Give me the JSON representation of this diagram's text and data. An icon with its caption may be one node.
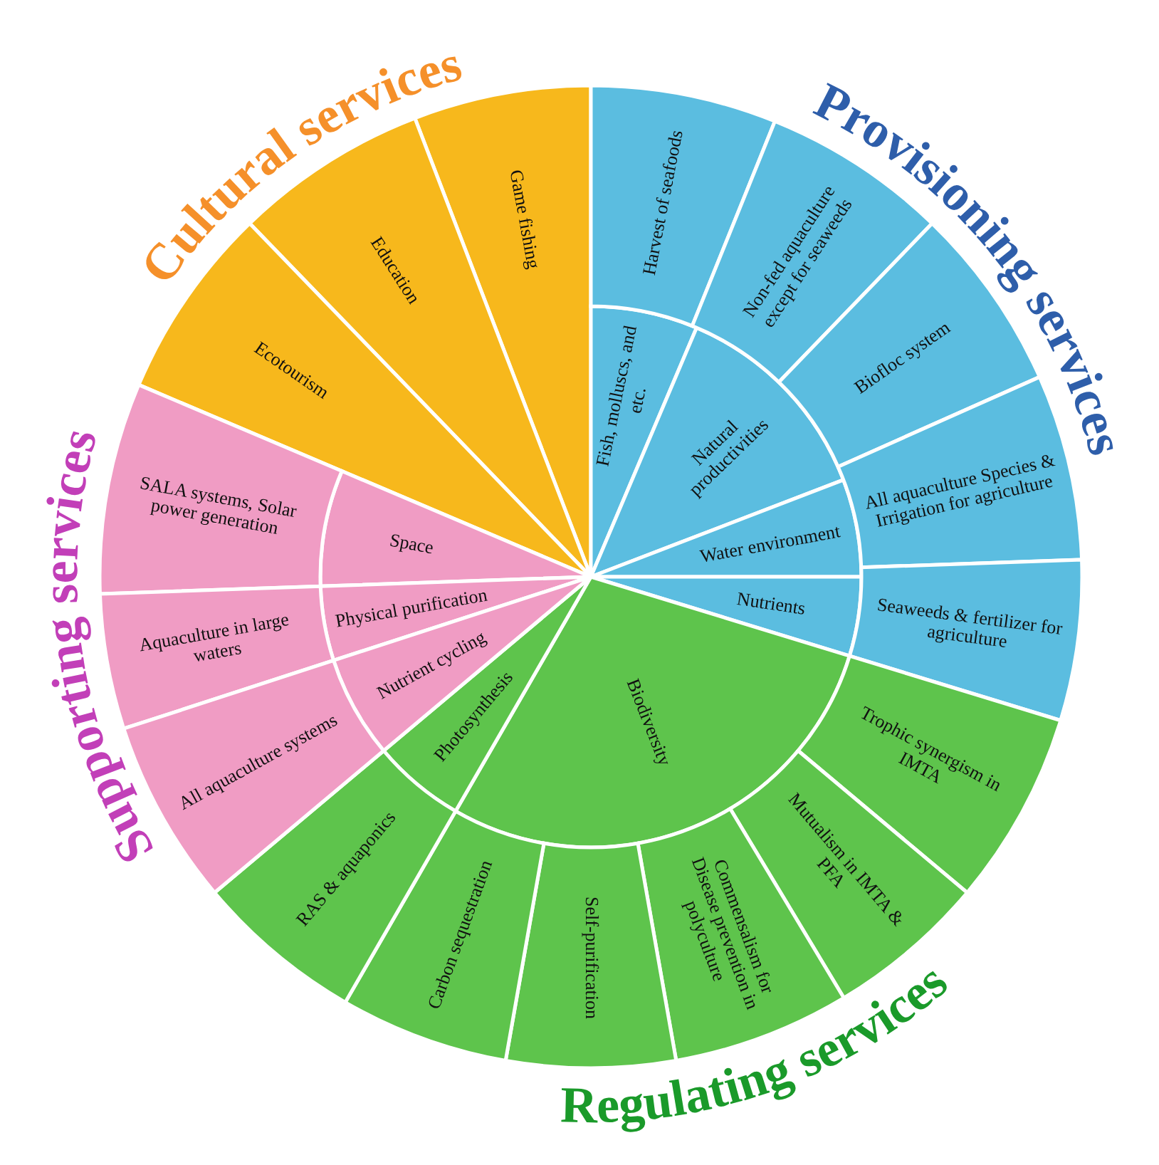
{
  "diagram": {
    "nodes": [
      {
        "text": [
          "Game fishing"
        ]
      },
      {
        "text": [
          "Education"
        ]
      },
      {
        "text": [
          "Ecotourism"
        ]
      },
      {
        "text": [
          "Fish, molluscs, and etc."
        ]
      },
      {
        "text": [
          "Natural productivities"
        ]
      },
      {
        "text": [
          "Water environment"
        ]
      },
      {
        "text": [
          "Nutrients"
        ]
      },
      {
        "text": [
          "Harvest of seafoods"
        ]
      },
      {
        "text": [
          "Non-fed aquaculture except for seaweeds"
        ]
      },
      {
        "text": [
          "Biofloc system"
        ]
      },
      {
        "text": [
          "All aquaculture Species & Irrigation for agriculture"
        ]
      },
      {
        "text": [
          "Seaweeds & fertilizer for agriculture"
        ]
      },
      {
        "text": [
          "Biodiversity"
        ]
      },
      {
        "text": [
          "Photosynthesis"
        ]
      },
      {
        "text": [
          "Trophic synergism in IMTA"
        ]
      },
      {
        "text": [
          "Mutualism in IMTA & PFA"
        ]
      },
      {
        "text": [
          "Commensalism for Disease prevention in polyculture"
        ]
      },
      {
        "text": [
          "Self-purification"
        ]
      },
      {
        "text": [
          "Carbon sequestration"
        ]
      },
      {
        "text": [
          "RAS & aquaponics"
        ]
      },
      {
        "text": [
          "Space"
        ]
      },
      {
        "text": [
          "Physical purification"
        ]
      },
      {
        "text": [
          "Nutrient cycling"
        ]
      },
      {
        "text": [
          "SALA systems, Solar power generation"
        ]
      },
      {
        "text": [
          "Aquaculture in large waters"
        ]
      },
      {
        "text": [
          "All aquaculture systems"
        ]
      }
    ],
    "labels": [
      "Cultural services",
      "Provisioning services",
      "Supporting services",
      "Regulating services"
    ]
  }
}
